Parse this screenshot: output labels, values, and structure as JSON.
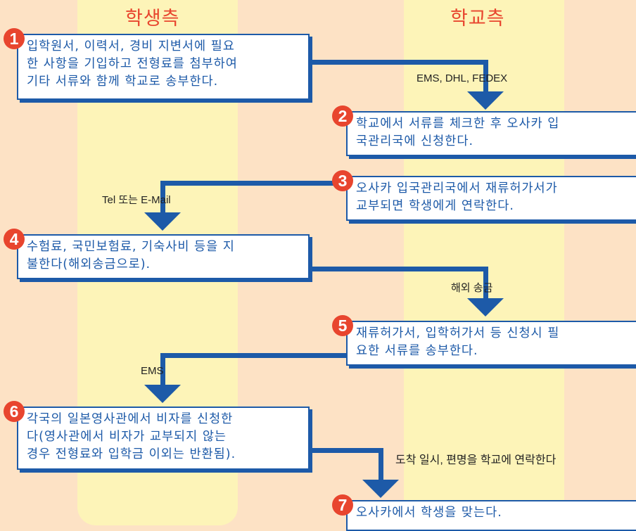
{
  "columns": {
    "student": "학생측",
    "school": "학교측"
  },
  "steps": [
    {
      "num": "1",
      "lines": [
        "입학원서, 이력서, 경비 지변서에 필요",
        "한 사항을 기입하고 전형료를 첨부하여",
        "기타 서류와 함께 학교로 송부한다."
      ]
    },
    {
      "num": "2",
      "lines": [
        "학교에서 서류를 체크한 후 오사카 입",
        "국관리국에 신청한다."
      ]
    },
    {
      "num": "3",
      "lines": [
        "오사카 입국관리국에서 재류허가서가",
        "교부되면 학생에게 연락한다."
      ]
    },
    {
      "num": "4",
      "lines": [
        "수험료, 국민보험료, 기숙사비 등을 지",
        "불한다(해외송금으로)."
      ]
    },
    {
      "num": "5",
      "lines": [
        "재류허가서, 입학허가서 등 신청시 필",
        "요한 서류를 송부한다."
      ]
    },
    {
      "num": "6",
      "lines": [
        "각국의 일본영사관에서 비자를 신청한",
        "다(영사관에서 비자가 교부되지 않는",
        "경우 전형료와 입학금 이외는 반환됨)."
      ]
    },
    {
      "num": "7",
      "lines": [
        "오사카에서 학생을 맞는다."
      ]
    }
  ],
  "arrow_labels": {
    "a1": "EMS, DHL, FEDEX",
    "a2": "Tel 또는 E-Mail",
    "a3": "해외 송금",
    "a4": "EMS",
    "a5": "도착 일시, 편명을 학교에 연락한다"
  },
  "colors": {
    "accent_red": "#e8452e",
    "box_blue": "#1d5aa8",
    "background": "#fde2c5",
    "column": "#fdf4b8"
  }
}
